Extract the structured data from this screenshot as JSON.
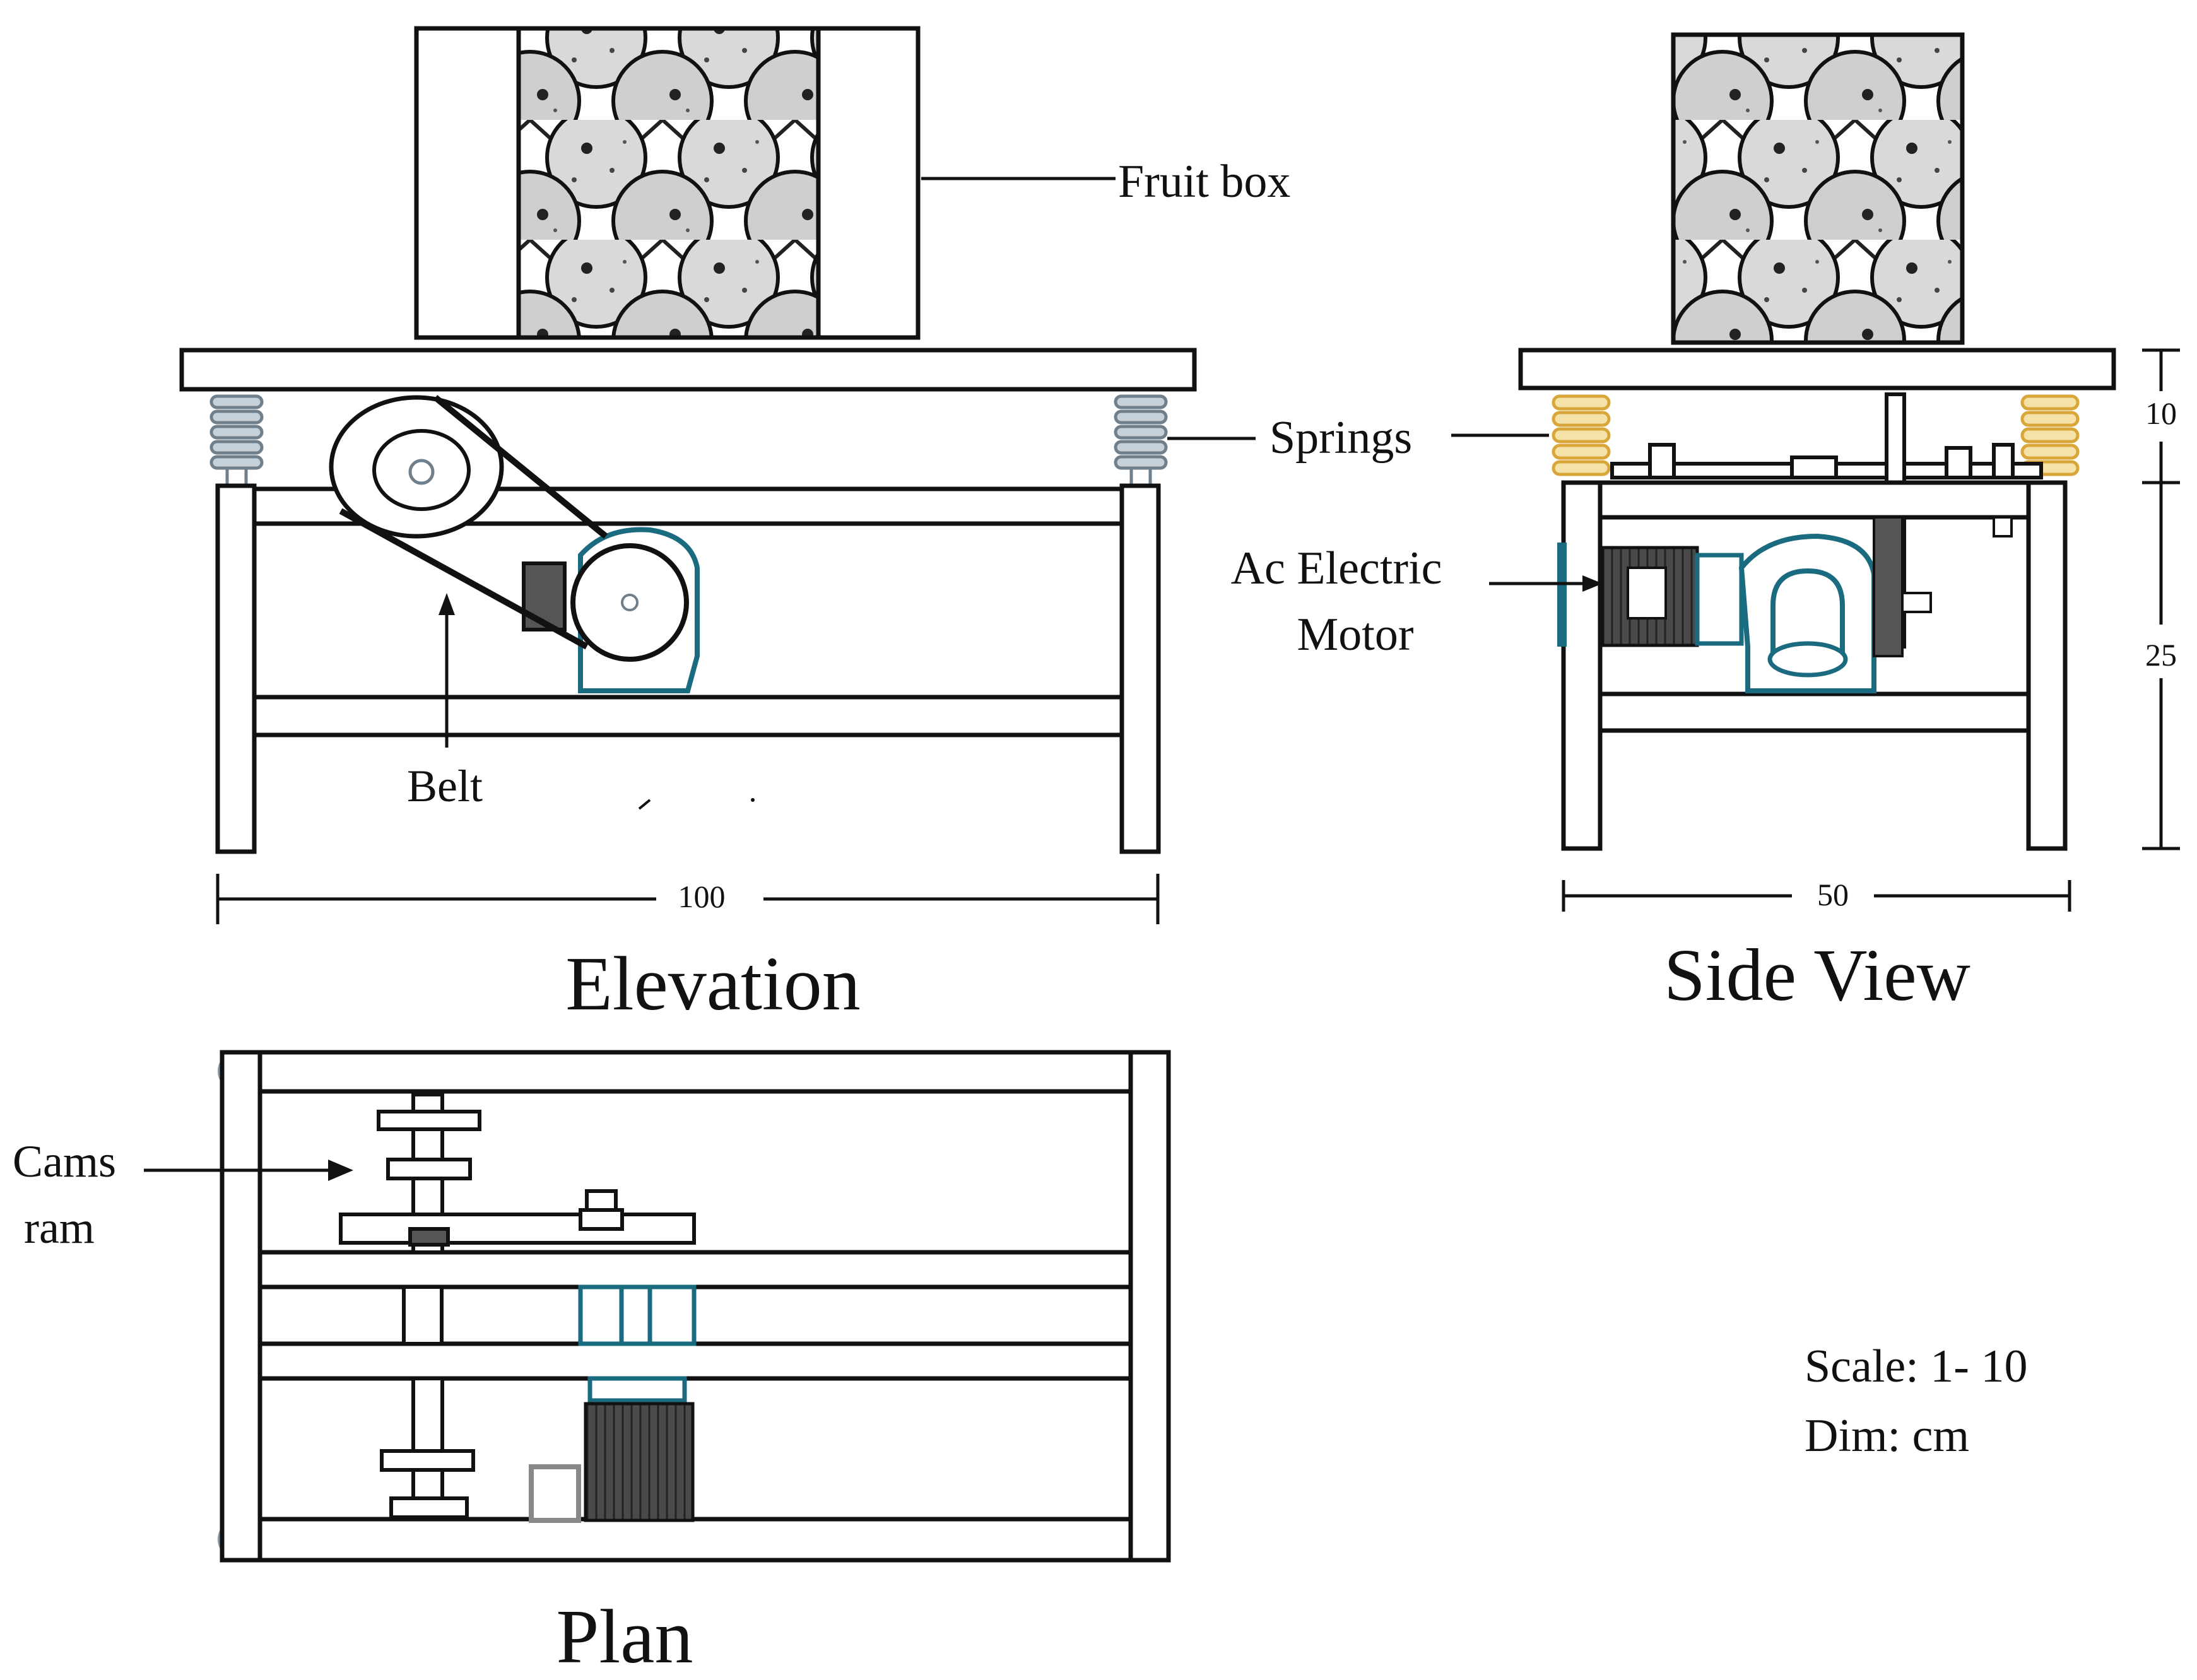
{
  "views": {
    "elevation": {
      "title": "Elevation",
      "width_dim": "100"
    },
    "side": {
      "title": "Side View",
      "width_dim": "50",
      "height_top_dim": "10",
      "height_leg_dim": "25"
    },
    "plan": {
      "title": "Plan"
    }
  },
  "labels": {
    "fruit_box": "Fruit box",
    "springs": "Springs",
    "motor_line1": "Ac Electric",
    "motor_line2": "Motor",
    "belt": "Belt",
    "cams_line1": "Cams",
    "cams_line2": "ram"
  },
  "notes": {
    "scale": "Scale: 1- 10",
    "dim": "Dim: cm"
  },
  "colors": {
    "line": "#111111",
    "spring_grey": "#8a9aa8",
    "spring_yellow": "#e8c66a",
    "motor_teal": "#1a6a80",
    "dark_fill": "#3a3a3a",
    "fruit_fill": "#d8d8d8"
  }
}
